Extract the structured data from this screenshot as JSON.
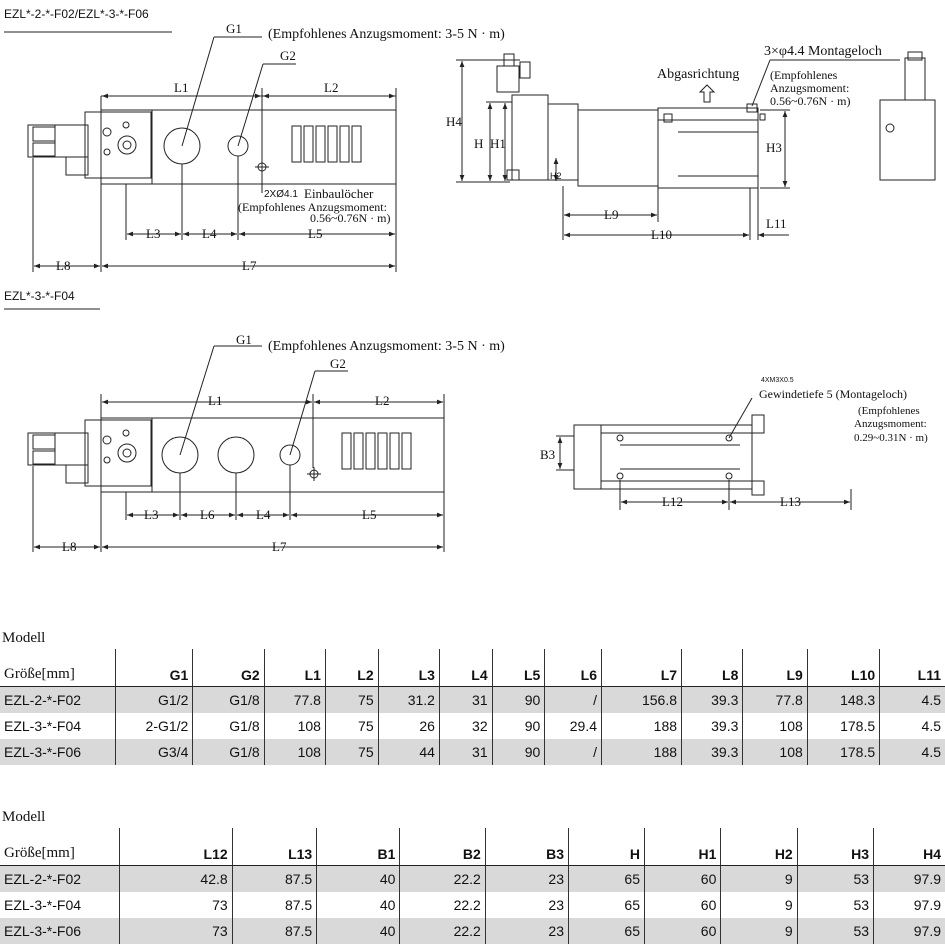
{
  "top_view_1": {
    "caption": "EZL*-2-*-F02/EZL*-3-*-F06",
    "g1_label": "G1",
    "g2_label": "G2",
    "torque_main": "(Empfohlenes Anzugsmoment: 3-5 N · m)",
    "holes_label": "2XØ4.1",
    "holes_text": "Einbaulöcher",
    "holes_torque_1": "(Empfohlenes Anzugsmoment:",
    "holes_torque_2": "0.56~0.76N · m)",
    "dims": {
      "L1": "L1",
      "L2": "L2",
      "L3": "L3",
      "L4": "L4",
      "L5": "L5",
      "L7": "L7",
      "L8": "L8"
    }
  },
  "top_view_2": {
    "caption": "EZL*-3-*-F04",
    "g1_label": "G1",
    "g2_label": "G2",
    "torque_main": "(Empfohlenes Anzugsmoment: 3-5 N · m)",
    "dims": {
      "L1": "L1",
      "L2": "L2",
      "L3": "L3",
      "L6": "L6",
      "L4": "L4",
      "L5": "L5",
      "L7": "L7",
      "L8": "L8"
    }
  },
  "side_view": {
    "exhaust": "Abgasrichtung",
    "mount_hole": "3×φ4.4 Montageloch",
    "torque_1": "(Empfohlenes",
    "torque_2": "Anzugsmoment:",
    "torque_3": "0.56~0.76N · m)",
    "dims": {
      "H4": "H4",
      "H": "H",
      "H1": "H1",
      "H2": "H2",
      "H3": "H3",
      "L9": "L9",
      "L10": "L10",
      "L11": "L11"
    }
  },
  "bottom_view": {
    "thread": "4XM3X0.5",
    "depth": "Gewindetiefe 5 (Montageloch)",
    "torque_1": "(Empfohlenes",
    "torque_2": "Anzugsmoment:",
    "torque_3": "0.29~0.31N · m)",
    "dims": {
      "B3": "B3",
      "L12": "L12",
      "L13": "L13"
    }
  },
  "table1": {
    "caption": "Modell",
    "header": [
      "Größe[mm]",
      "G1",
      "G2",
      "L1",
      "L2",
      "L3",
      "L4",
      "L5",
      "L6",
      "L7",
      "L8",
      "L9",
      "L10",
      "L11"
    ],
    "rows": [
      [
        "EZL-2-*-F02",
        "G1/2",
        "G1/8",
        "77.8",
        "75",
        "31.2",
        "31",
        "90",
        "/",
        "156.8",
        "39.3",
        "77.8",
        "148.3",
        "4.5"
      ],
      [
        "EZL-3-*-F04",
        "2-G1/2",
        "G1/8",
        "108",
        "75",
        "26",
        "32",
        "90",
        "29.4",
        "188",
        "39.3",
        "108",
        "178.5",
        "4.5"
      ],
      [
        "EZL-3-*-F06",
        "G3/4",
        "G1/8",
        "108",
        "75",
        "44",
        "31",
        "90",
        "/",
        "188",
        "39.3",
        "108",
        "178.5",
        "4.5"
      ]
    ]
  },
  "table2": {
    "caption": "Modell",
    "header": [
      "Größe[mm]",
      "L12",
      "L13",
      "B1",
      "B2",
      "B3",
      "H",
      "H1",
      "H2",
      "H3",
      "H4"
    ],
    "rows": [
      [
        "EZL-2-*-F02",
        "42.8",
        "87.5",
        "40",
        "22.2",
        "23",
        "65",
        "60",
        "9",
        "53",
        "97.9"
      ],
      [
        "EZL-3-*-F04",
        "73",
        "87.5",
        "40",
        "22.2",
        "23",
        "65",
        "60",
        "9",
        "53",
        "97.9"
      ],
      [
        "EZL-3-*-F06",
        "73",
        "87.5",
        "40",
        "22.2",
        "23",
        "65",
        "60",
        "9",
        "53",
        "97.9"
      ]
    ]
  }
}
